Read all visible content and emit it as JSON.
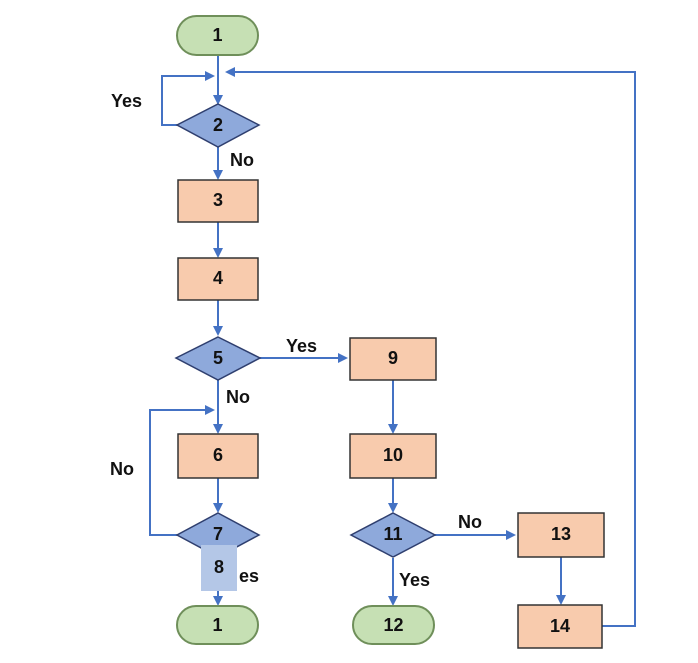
{
  "flowchart": {
    "nodes": {
      "n1_top": "1",
      "n2": "2",
      "n3": "3",
      "n4": "4",
      "n5": "5",
      "n6": "6",
      "n7": "7",
      "n8": "8",
      "n1_bottom": "1",
      "n9": "9",
      "n10": "10",
      "n11": "11",
      "n12": "12",
      "n13": "13",
      "n14": "14"
    },
    "edge_labels": {
      "loop_2_yes": "Yes",
      "from_2_no": "No",
      "from_5_yes": "Yes",
      "from_5_no": "No",
      "loop_7_no": "No",
      "from_7_yes_partial": "es",
      "from_11_no": "No",
      "from_11_yes": "Yes"
    },
    "colors": {
      "terminal_fill": "#c6e0b4",
      "terminal_stroke": "#6f8f5a",
      "process_fill": "#f8cbad",
      "process_stroke": "#333333",
      "decision_fill": "#8ea9db",
      "decision_stroke": "#2f3f6f",
      "connector_fill": "#b4c7e7",
      "arrow": "#4472c4"
    }
  }
}
